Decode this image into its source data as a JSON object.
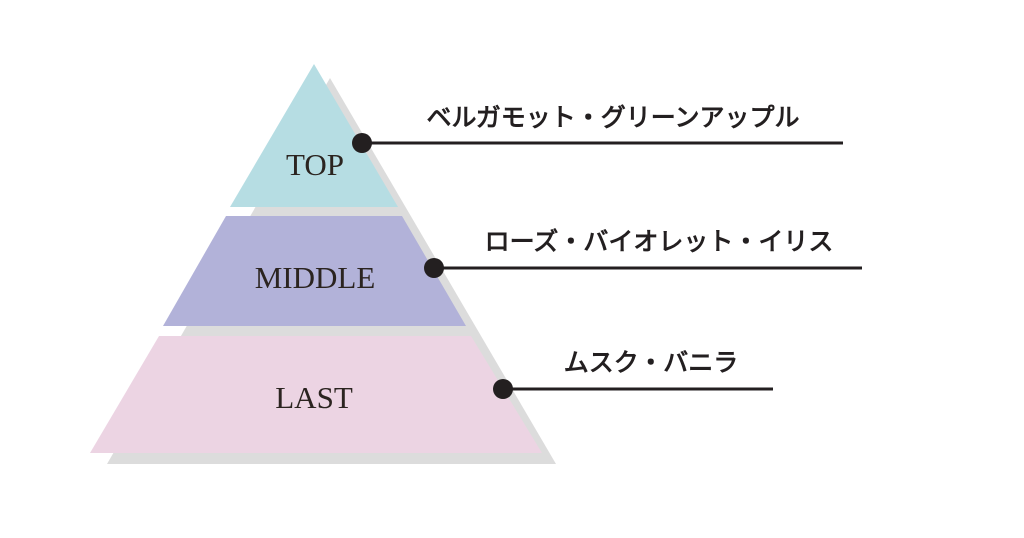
{
  "pyramid": {
    "tiers": [
      {
        "label": "TOP",
        "color": "#b6dde3"
      },
      {
        "label": "MIDDLE",
        "color": "#b2b2d9"
      },
      {
        "label": "LAST",
        "color": "#ecd4e3"
      }
    ],
    "shadow_color": "#dcdcdc",
    "separator_color": "#e8eced"
  },
  "notes": [
    {
      "text": "ベルガモット・グリーンアップル"
    },
    {
      "text": "ローズ・バイオレット・イリス"
    },
    {
      "text": "ムスク・バニラ"
    }
  ],
  "line_color": "#231f20"
}
